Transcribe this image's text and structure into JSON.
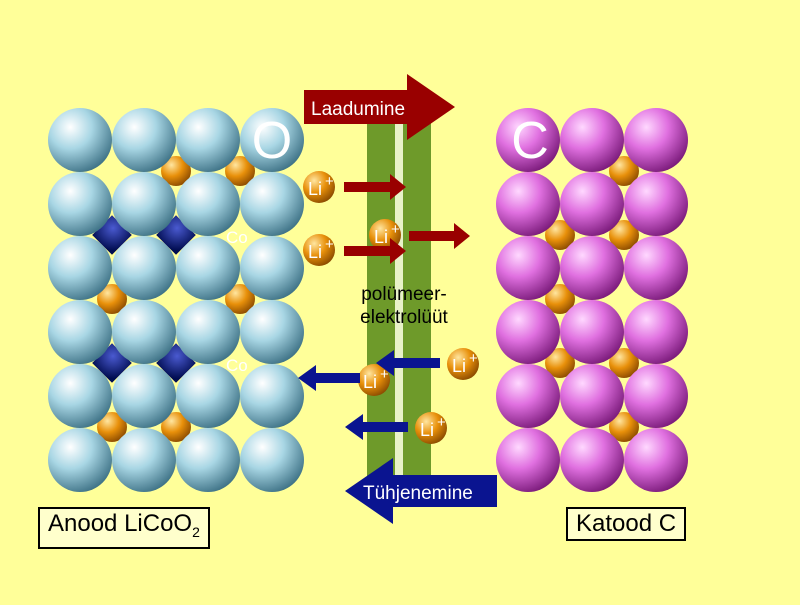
{
  "labels": {
    "anode_prefix": "Anood LiCoO",
    "anode_subscript": "2",
    "cathode": "Katood C",
    "charging": "Laadumine",
    "discharging": "Tühjenemine",
    "electrolyte_line1": "polümeer-",
    "electrolyte_line2": "elektrolüüt",
    "oxygen_letter": "O",
    "carbon_letter": "C",
    "cobalt": "Co",
    "lithium": "Li",
    "lithium_charge": "+"
  },
  "colors": {
    "background": "#ffff99",
    "oxygen_atom": "#9fd0de",
    "carbon_atom": "#e070e0",
    "lithium_atom": "#e8900a",
    "cobalt_atom": "#0a1a8a",
    "electrolyte": "#6e9a2a",
    "charge_arrow": "#990000",
    "discharge_arrow": "#0a1490"
  }
}
